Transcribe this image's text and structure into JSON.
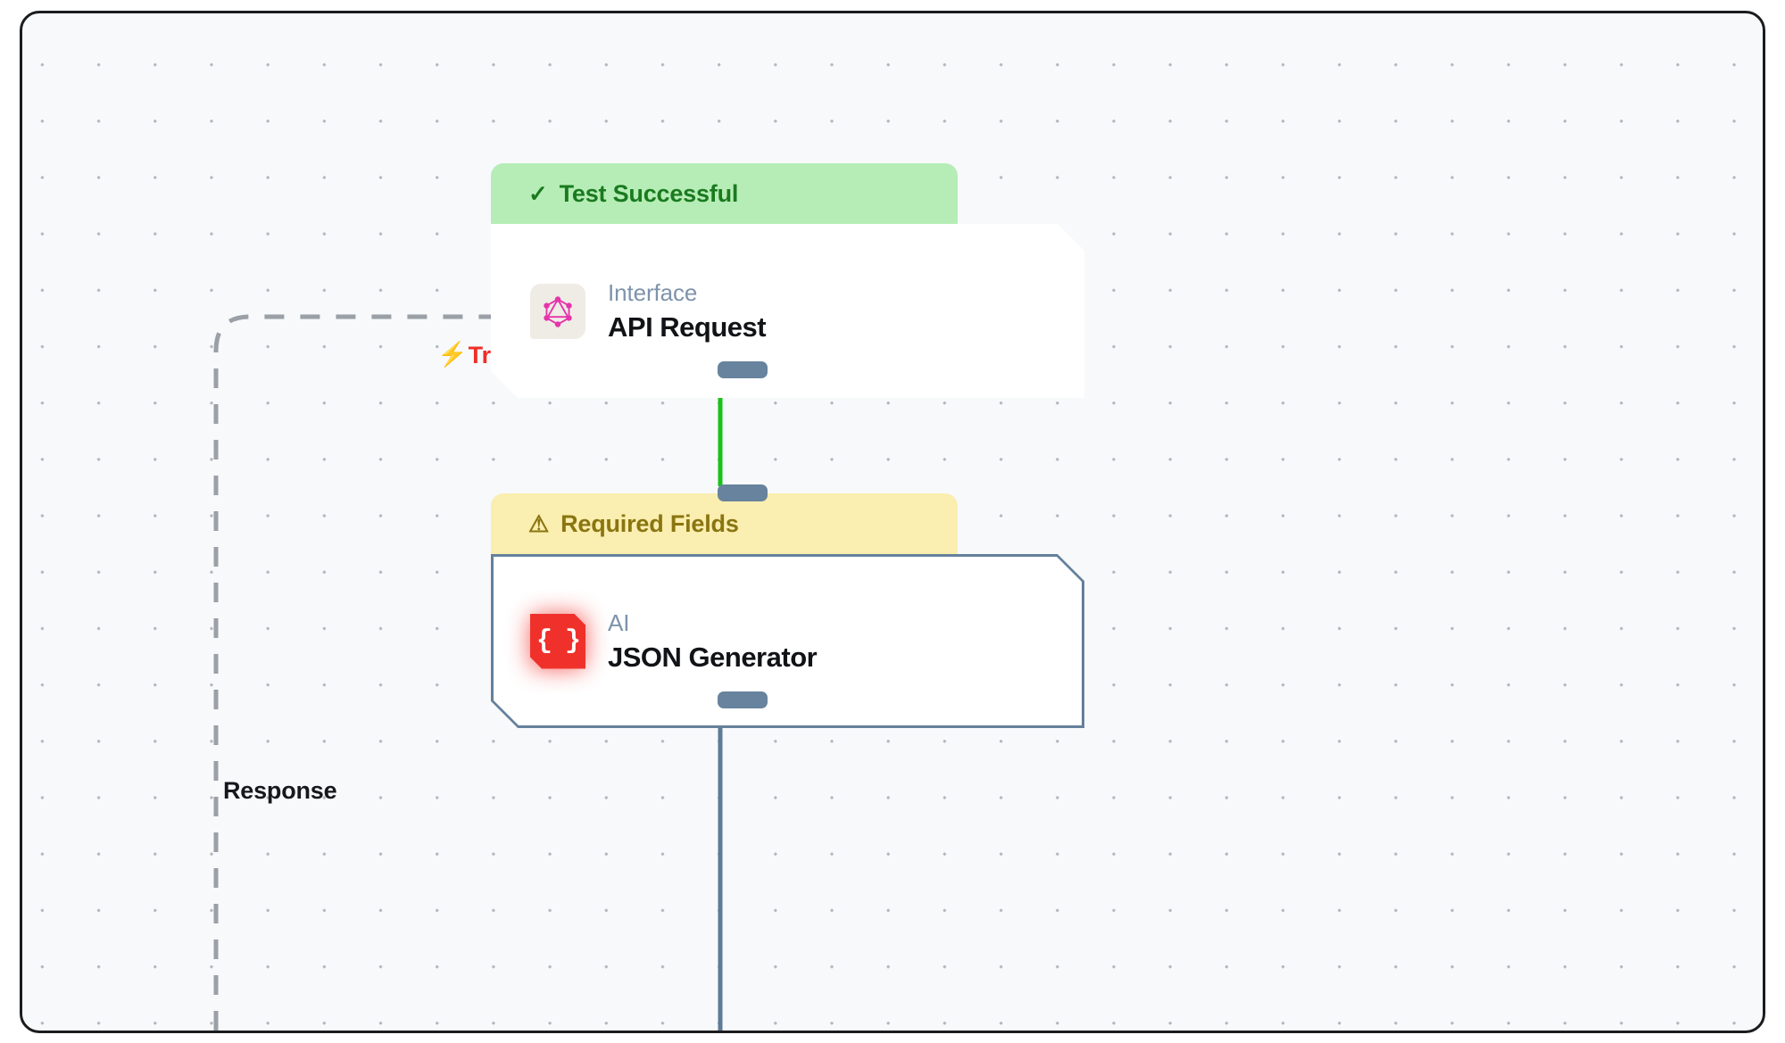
{
  "canvas": {
    "background_color": "#f7f9fb",
    "border_color": "#1b1c1e",
    "grid": "dot-grid"
  },
  "edges": [
    {
      "id": "trigger-edge",
      "label": "Trigger",
      "icon": "lightning-bolt-icon",
      "style": "dashed",
      "color": "#9aa0a6",
      "label_color": "#ee2f28"
    },
    {
      "id": "response-edge",
      "label": "Response",
      "style": "dashed",
      "color": "#9aa0a6",
      "label_color": "#16181c"
    },
    {
      "id": "api-to-json-edge",
      "label": "",
      "style": "solid",
      "color": "#18c318"
    },
    {
      "id": "json-output-edge",
      "label": "",
      "style": "solid",
      "color": "#5f7b96"
    }
  ],
  "nodes": [
    {
      "id": "api-request-node",
      "banner": {
        "status": "success",
        "icon": "check-icon",
        "icon_glyph": "✓",
        "label": "Test Successful",
        "background_color": "#b6edb6",
        "text_color": "#1a7a1f"
      },
      "icon": "graphql-icon",
      "icon_color": "#e535ab",
      "kind": "Interface",
      "title": "API Request"
    },
    {
      "id": "json-generator-node",
      "banner": {
        "status": "warning",
        "icon": "warning-triangle-icon",
        "icon_glyph": "⚠",
        "label": "Required Fields",
        "background_color": "#faeeb0",
        "text_color": "#8a7510"
      },
      "icon": "json-braces-icon",
      "icon_glyph": "{ }",
      "icon_color": "#f0312b",
      "kind": "AI",
      "title": "JSON Generator"
    }
  ]
}
